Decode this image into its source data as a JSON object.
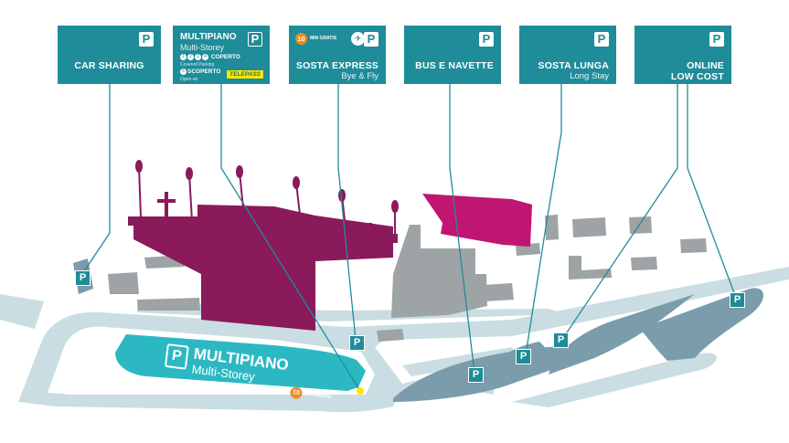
{
  "cards": [
    {
      "id": "car-sharing",
      "title": "CAR SHARING",
      "sub": "",
      "p": "P"
    },
    {
      "id": "multipiano",
      "title": "MULTIPIANO",
      "sub": "Multi-Storey",
      "p": "P",
      "coperto_nums": [
        "1",
        "2",
        "3",
        "4"
      ],
      "coperto": "COPERTO",
      "coperto_note": "Covered Parking",
      "scoperto_num": "5",
      "scoperto": "SCOPERTO",
      "scoperto_note": "Open-air",
      "telepass": "TELEPASS"
    },
    {
      "id": "sosta-express",
      "title": "SOSTA EXPRESS",
      "sub": "Bye & Fly",
      "p": "P",
      "ten": "10",
      "ten_label": "MIN GRATIS",
      "plane_icon": "✈"
    },
    {
      "id": "bus-navette",
      "title": "BUS E NAVETTE",
      "sub": "",
      "p": "P"
    },
    {
      "id": "sosta-lunga",
      "title": "SOSTA LUNGA",
      "sub": "Long Stay",
      "p": "P"
    },
    {
      "id": "online-low-cost",
      "title": "ONLINE",
      "title2": "LOW COST",
      "p": "P"
    }
  ],
  "markers": {
    "car_sharing": "P",
    "sosta_express": "P",
    "bus_navette": "P",
    "sosta_lunga_1": "P",
    "sosta_lunga_2": "P",
    "low_cost": "P"
  },
  "multipiano_label": {
    "icon": "P",
    "name": "MULTIPIANO",
    "eng": "Multi-Storey",
    "ten": "10",
    "ten_label": "MIN GRATIS"
  },
  "colors": {
    "teal": "#1f8c99",
    "cyan_parking": "#2cb8c3",
    "terminal": "#8a1a5a",
    "magenta": "#c01570",
    "grey_building": "#9ea3a6",
    "road": "#c9dde2",
    "slate_parking": "#7a9cab",
    "orange": "#f08c1e",
    "yellow": "#ffe600"
  }
}
